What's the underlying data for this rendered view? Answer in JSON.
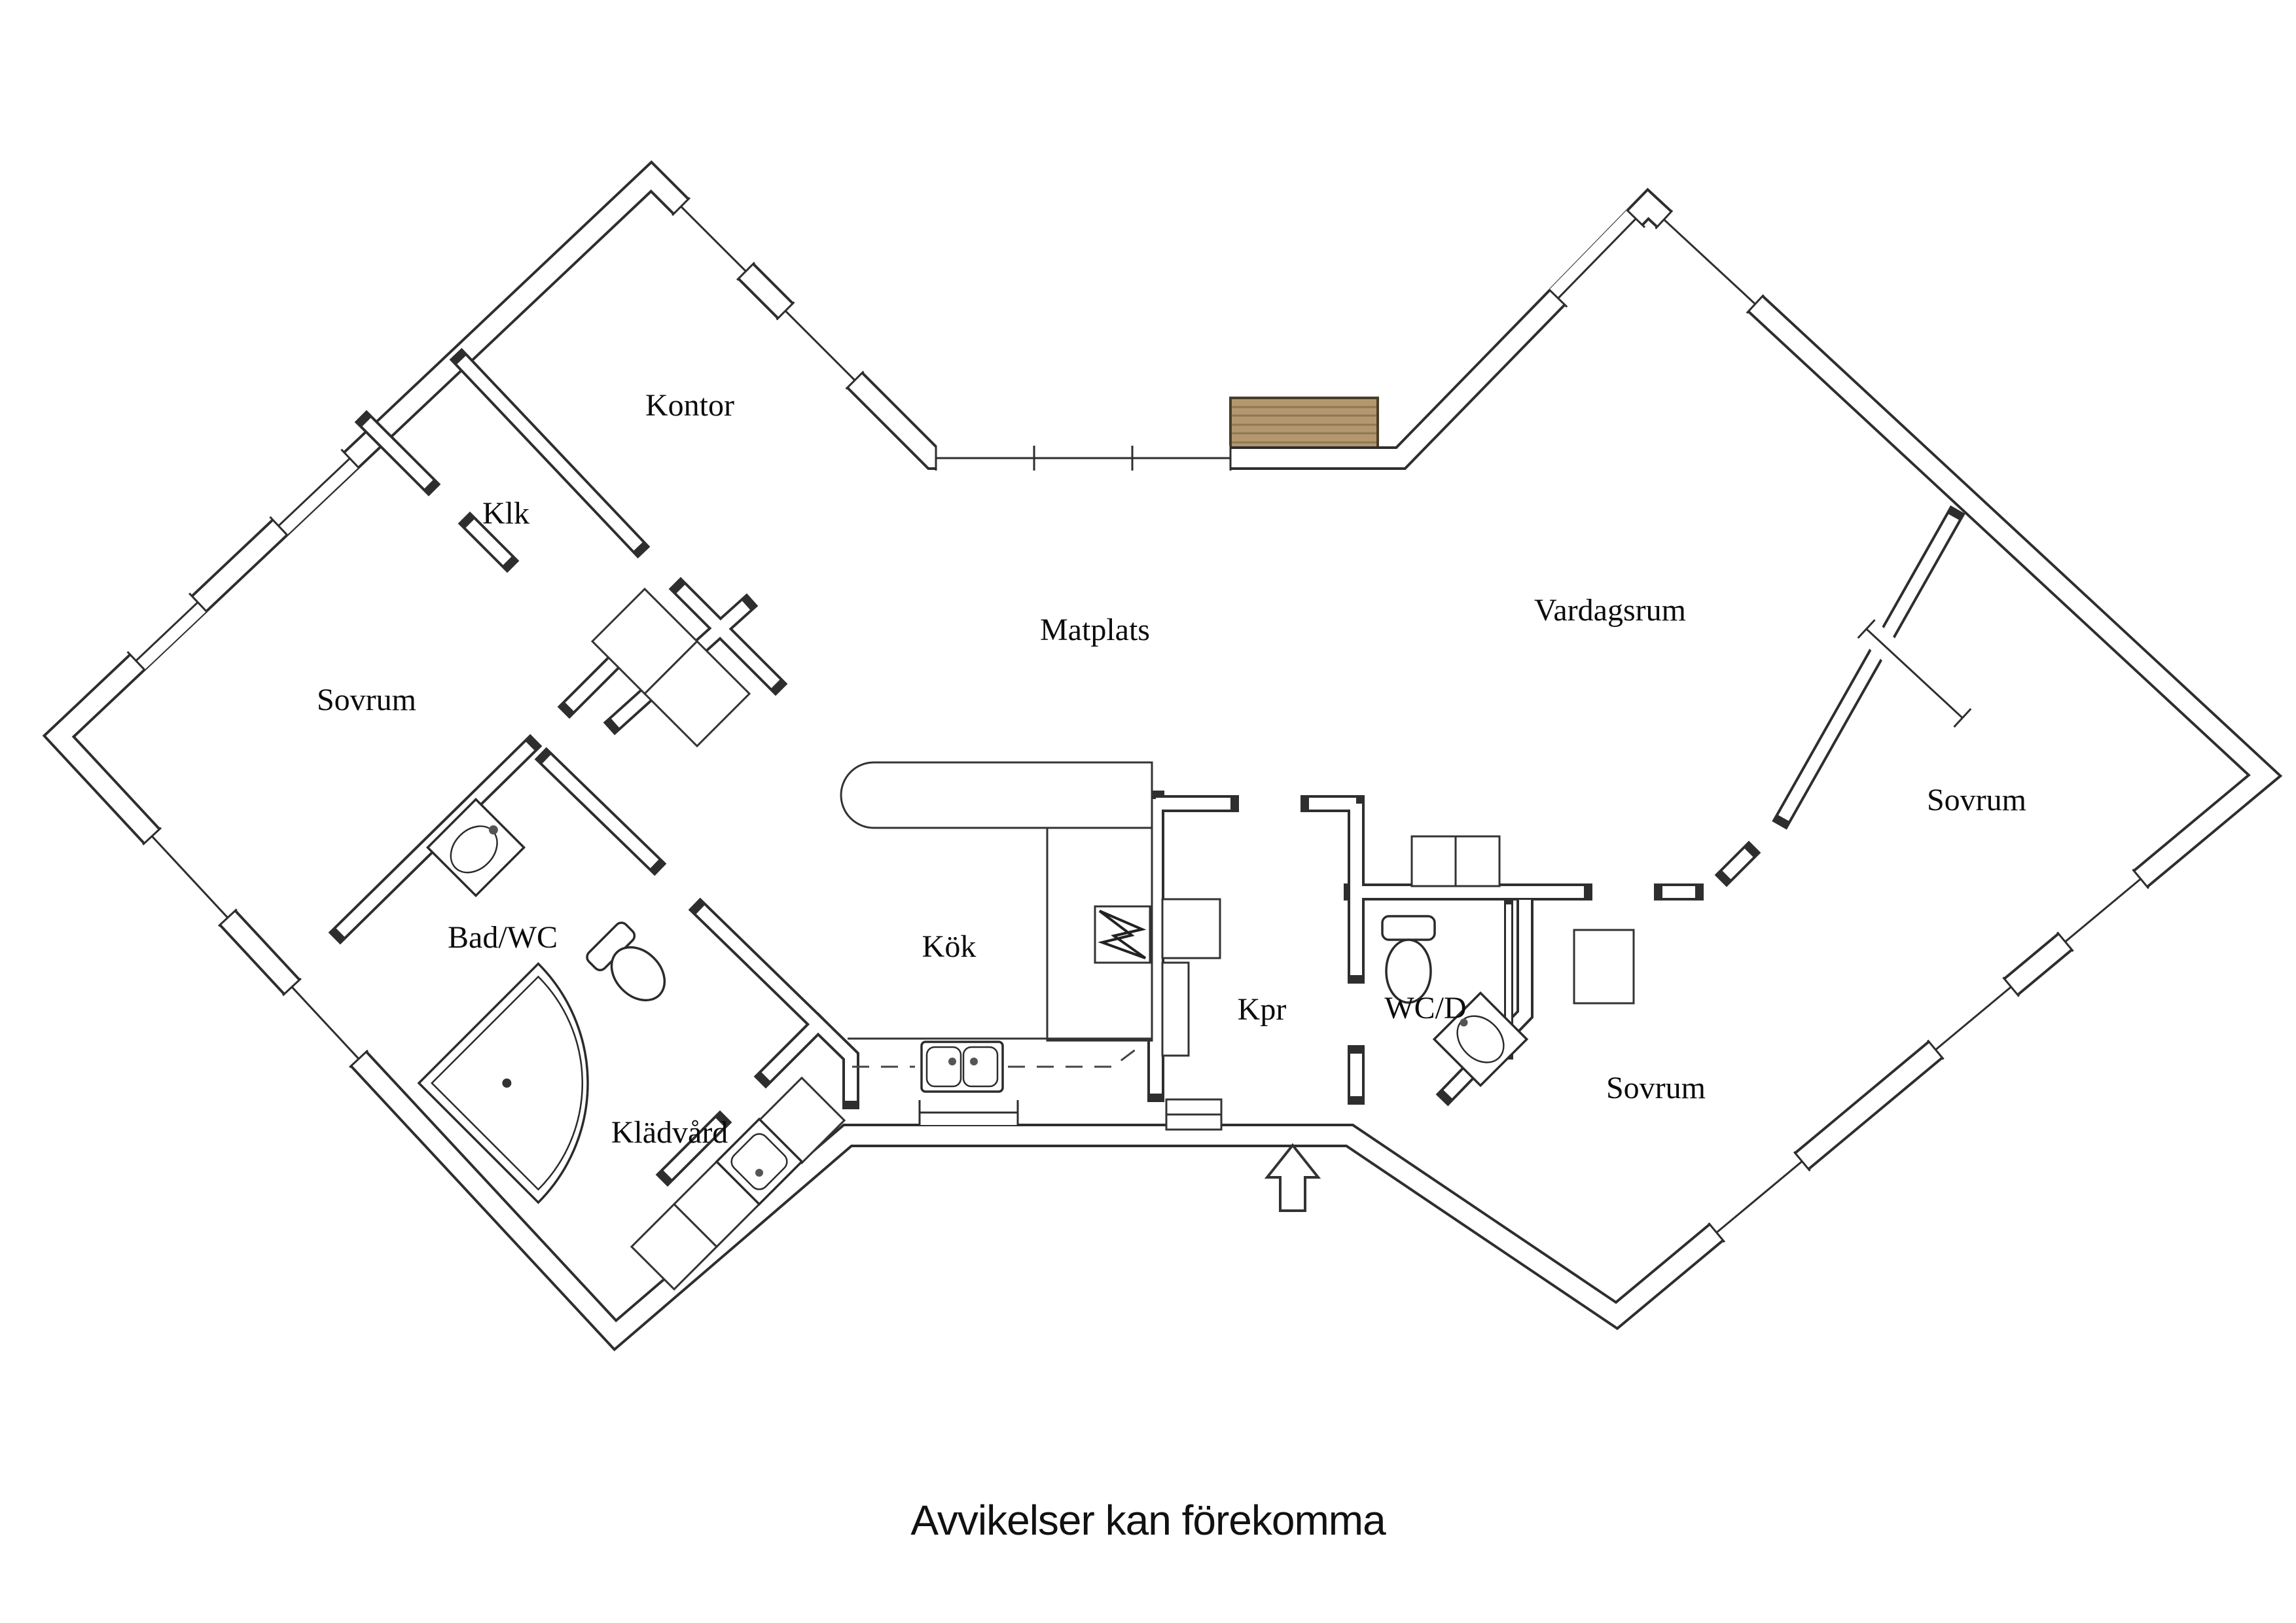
{
  "rooms": {
    "kontor": "Kontor",
    "klk": "Klk",
    "sovrum_left": "Sovrum",
    "matplats": "Matplats",
    "vardagsrum": "Vardagsrum",
    "sovrum_right": "Sovrum",
    "sovrum_bottom": "Sovrum",
    "kok": "Kök",
    "kpr": "Kpr",
    "bad_wc": "Bad/WC",
    "wc_d": "WC/D",
    "kladvard": "Klädvård"
  },
  "footer": "Avvikelser kan förekomma",
  "colors": {
    "wet_room_floor": "#d8d8d8",
    "deck_wood": "#b3986f",
    "deck_plank_line": "#8d7754",
    "deck_edge": "#4a3d28",
    "wall_line": "#2e2e2e"
  }
}
